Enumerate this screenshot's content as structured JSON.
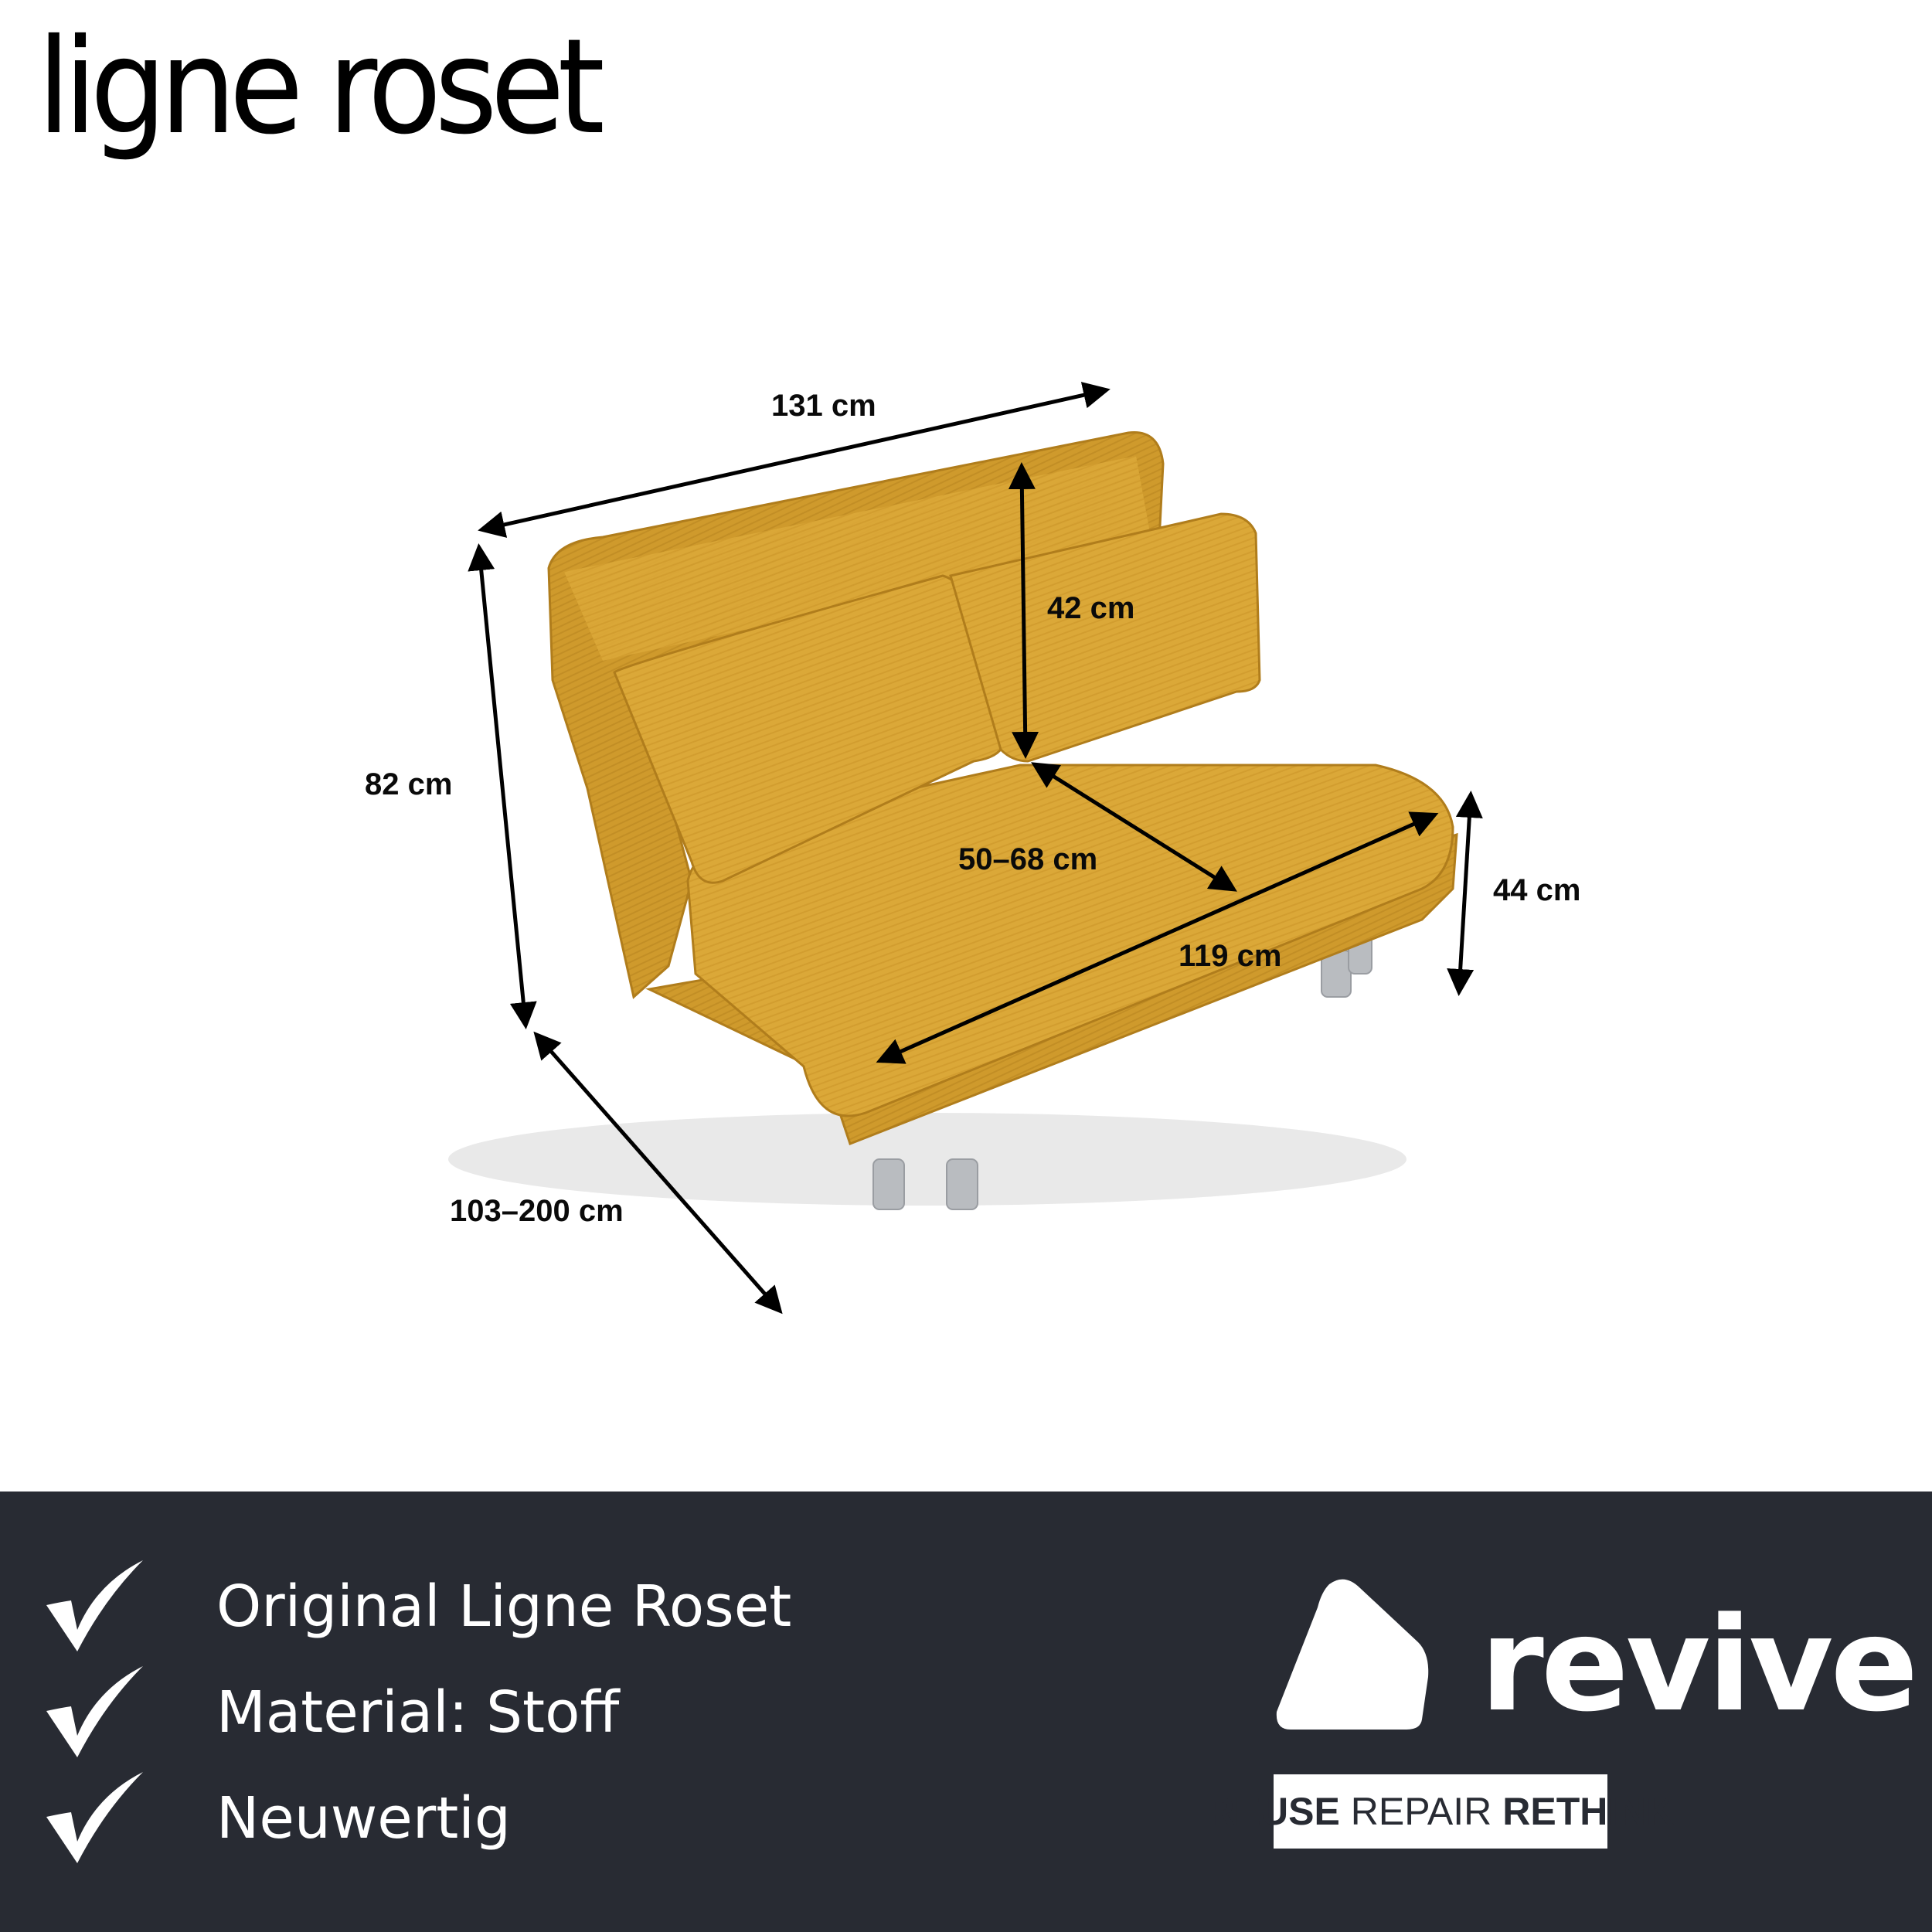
{
  "header": {
    "brand": "ligne roset"
  },
  "product": {
    "type": "sofa-bed",
    "fabric_color": "#d9a435",
    "leg_color": "#b9bcc0"
  },
  "dimensions": {
    "width_top": "131 cm",
    "height_total": "82 cm",
    "backrest_height": "42 cm",
    "seat_depth": "50–68 cm",
    "seat_width": "119 cm",
    "seat_height": "44 cm",
    "depth_total": "103–200 cm"
  },
  "footer": {
    "features": [
      {
        "label": "Original Ligne Roset",
        "icon": "checkmark-icon"
      },
      {
        "label": "Material: Stoff",
        "icon": "checkmark-icon"
      },
      {
        "label": "Neuwertig",
        "icon": "checkmark-icon"
      }
    ],
    "logo": {
      "word": "revive"
    },
    "tagline": {
      "part1": "REUSE",
      "part2": "REPAIR",
      "part3": "RETHINK"
    },
    "background_color": "#282b33"
  }
}
